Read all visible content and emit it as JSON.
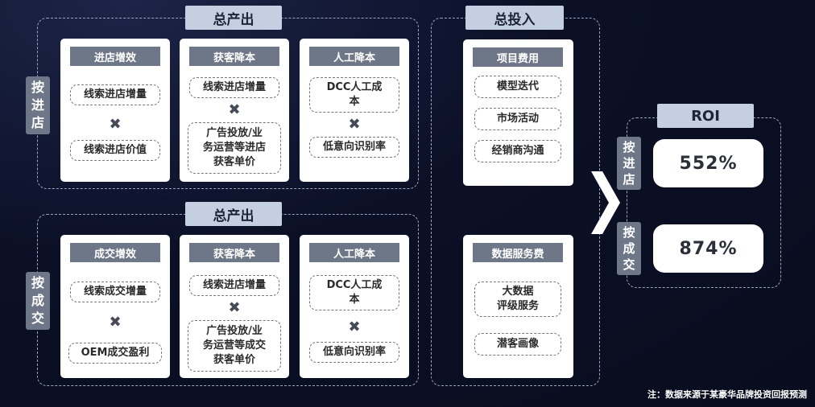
{
  "store_section": {
    "title": "总产出",
    "side_label": "按\n进\n店",
    "cards": [
      {
        "header": "进店增效",
        "top": "线索进店增量",
        "op": "✖",
        "bottom": "线索进店价值"
      },
      {
        "header": "获客降本",
        "top": "线索进店增量",
        "op": "✖",
        "bottom": "广告投放/业\n务运营等进店\n获客单价"
      },
      {
        "header": "人工降本",
        "top": "DCC人工成\n本",
        "op": "✖",
        "bottom": "低意向识别率"
      }
    ]
  },
  "deal_section": {
    "title": "总产出",
    "side_label": "按\n成\n交",
    "cards": [
      {
        "header": "成交增效",
        "top": "线索成交增量",
        "op": "✖",
        "bottom": "OEM成交盈利"
      },
      {
        "header": "获客降本",
        "top": "线索进店增量",
        "op": "✖",
        "bottom": "广告投放/业\n务运营等成交\n获客单价"
      },
      {
        "header": "人工降本",
        "top": "DCC人工成\n本",
        "op": "✖",
        "bottom": "低意向识别率"
      }
    ]
  },
  "input_section": {
    "title": "总投入",
    "project": {
      "header": "项目费用",
      "items": [
        "模型迭代",
        "市场活动",
        "经销商沟通"
      ]
    },
    "data_service": {
      "header": "数据服务费",
      "items": [
        "大数据\n评级服务",
        "潜客画像"
      ]
    }
  },
  "roi_section": {
    "title": "ROI",
    "rows": [
      {
        "label": "按\n进\n店",
        "value": "552%"
      },
      {
        "label": "按\n成\n交",
        "value": "874%"
      }
    ]
  },
  "footnote": "注：数据来源于某豪华品牌投资回报预测",
  "colors": {
    "background": "#0b1026",
    "title_bar": "#c4d0e2",
    "label_gray": "#6e7787",
    "dashed_border": "#9aa4bf",
    "card": "#ffffff"
  }
}
